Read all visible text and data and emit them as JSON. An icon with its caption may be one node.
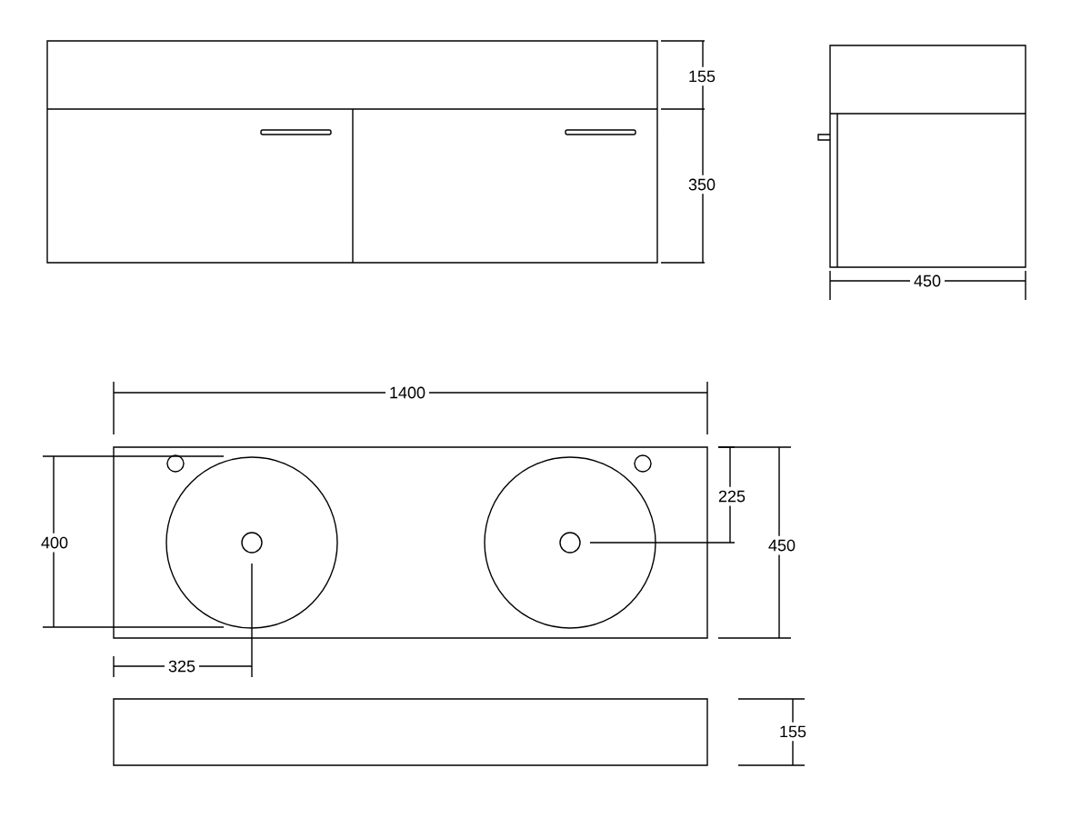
{
  "diagram": {
    "labels": [
      "155",
      "350",
      "450",
      "1400",
      "225",
      "400",
      "450",
      "325",
      "155"
    ]
  }
}
